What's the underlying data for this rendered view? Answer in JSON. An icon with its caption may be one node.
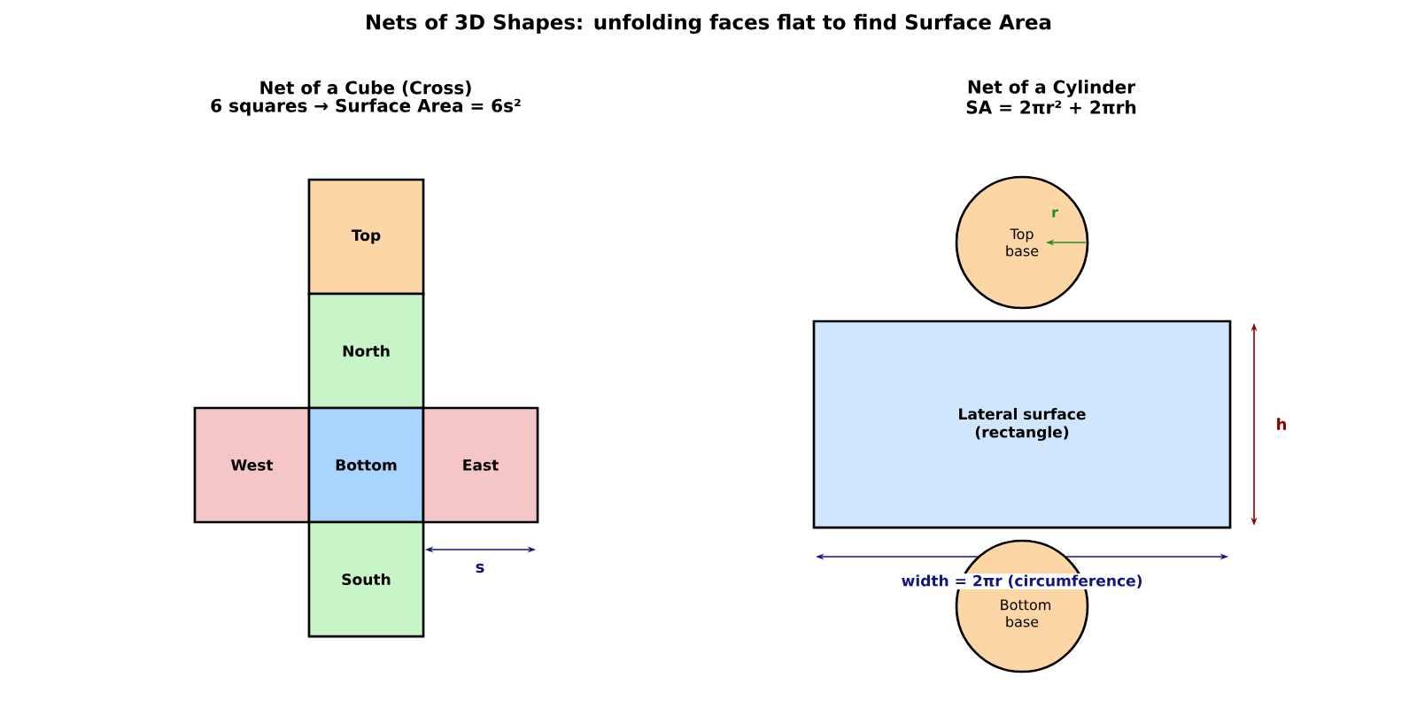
{
  "diagram": {
    "title": "Nets of 3D Shapes: unfolding faces flat to find Surface Area",
    "nodes": [
      {
        "text": [
          "Top"
        ]
      },
      {
        "text": [
          "North"
        ]
      },
      {
        "text": [
          "West"
        ]
      },
      {
        "text": [
          "Bottom"
        ]
      },
      {
        "text": [
          "East"
        ]
      },
      {
        "text": [
          "South"
        ]
      },
      {
        "text": [
          "Top base"
        ]
      },
      {
        "text": [
          "Lateral surface (rectangle)"
        ]
      },
      {
        "text": [
          "Bottom base"
        ]
      }
    ],
    "labels": [
      "Net of a Cube (Cross)",
      "6 squares  →  Surface Area = 6s²",
      "Net of a Cylinder",
      "SA = 2πr² + 2πrh",
      "r",
      "h",
      "s",
      "width = 2πr (circumference)"
    ]
  }
}
